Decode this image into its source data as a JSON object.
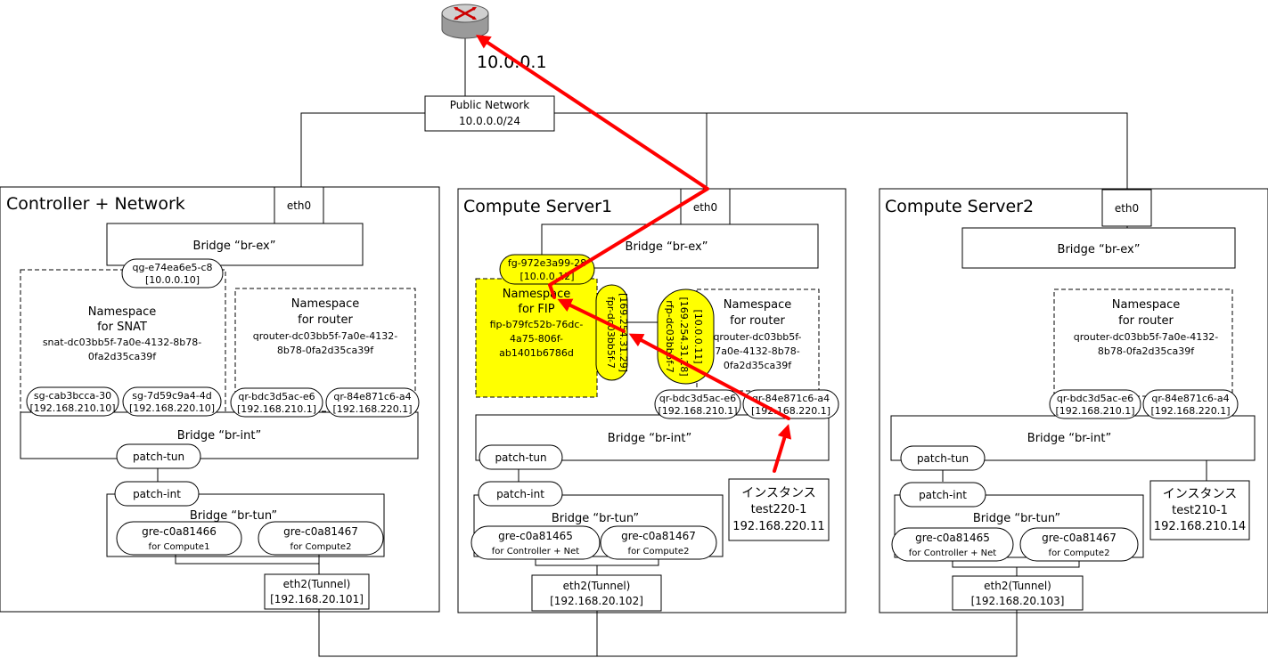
{
  "colors": {
    "highlight": "#ffff00",
    "path_arrow": "#ff0000",
    "line": "#000000"
  },
  "top": {
    "router_icon": "router-icon",
    "router_ip": "10.0.0.1",
    "public_network": {
      "name": "Public Network",
      "cidr": "10.0.0.0/24"
    }
  },
  "controller": {
    "title": "Controller + Network",
    "eth0": "eth0",
    "br_ex": "Bridge “br-ex”",
    "qg": {
      "name": "qg-e74ea6e5-c8",
      "ip": "[10.0.0.10]"
    },
    "snat_ns": {
      "title1": "Namespace",
      "title2": "for SNAT",
      "id1": "snat-dc03bb5f-7a0e-4132-8b78-",
      "id2": "0fa2d35ca39f"
    },
    "router_ns": {
      "title1": "Namespace",
      "title2": "for router",
      "id1": "qrouter-dc03bb5f-7a0e-4132-",
      "id2": "8b78-0fa2d35ca39f"
    },
    "sg1": {
      "name": "sg-cab3bcca-30",
      "ip": "[192.168.210.10]"
    },
    "sg2": {
      "name": "sg-7d59c9a4-4d",
      "ip": "[192.168.220.10]"
    },
    "qr1": {
      "name": "qr-bdc3d5ac-e6",
      "ip": "[192.168.210.1]"
    },
    "qr2": {
      "name": "qr-84e871c6-a4",
      "ip": "[192.168.220.1]"
    },
    "br_int": "Bridge “br-int”",
    "patch_tun": "patch-tun",
    "patch_int": "patch-int",
    "br_tun": "Bridge “br-tun”",
    "gre1": {
      "name": "gre-c0a81466",
      "sub": "for Compute1"
    },
    "gre2": {
      "name": "gre-c0a81467",
      "sub": "for Compute2"
    },
    "eth2": {
      "name": "eth2(Tunnel)",
      "ip": "[192.168.20.101]"
    }
  },
  "compute1": {
    "title": "Compute Server1",
    "eth0": "eth0",
    "br_ex": "Bridge “br-ex”",
    "fg": {
      "name": "fg-972e3a99-28",
      "ip": "[10.0.0.12]"
    },
    "fip_ns": {
      "title1": "Namespace",
      "title2": "for FIP",
      "id1": "fip-b79fc52b-76dc-",
      "id2": "4a75-806f-",
      "id3": "ab1401b6786d"
    },
    "fpr": {
      "name": "fpr-dc03bb5f-7",
      "ip": "[169.254.31.29]"
    },
    "rfp": {
      "name": "rfp-dc03bb5f-7",
      "ip1": "[169.254.31.28]",
      "ip2": "[10.0.0.11]"
    },
    "router_ns": {
      "title1": "Namespace",
      "title2": "for router",
      "id1": "qrouter-dc03bb5f-",
      "id2": "7a0e-4132-8b78-",
      "id3": "0fa2d35ca39f"
    },
    "qr1": {
      "name": "qr-bdc3d5ac-e6",
      "ip": "[192.168.210.1]"
    },
    "qr2": {
      "name": "qr-84e871c6-a4",
      "ip": "[192.168.220.1]"
    },
    "br_int": "Bridge “br-int”",
    "patch_tun": "patch-tun",
    "patch_int": "patch-int",
    "br_tun": "Bridge “br-tun”",
    "gre1": {
      "name": "gre-c0a81465",
      "sub": "for Controller + Net"
    },
    "gre2": {
      "name": "gre-c0a81467",
      "sub": "for Compute2"
    },
    "instance": {
      "title": "インスタンス",
      "name": "test220-1",
      "ip": "192.168.220.11"
    },
    "eth2": {
      "name": "eth2(Tunnel)",
      "ip": "[192.168.20.102]"
    }
  },
  "compute2": {
    "title": "Compute Server2",
    "eth0": "eth0",
    "br_ex": "Bridge “br-ex”",
    "router_ns": {
      "title1": "Namespace",
      "title2": "for router",
      "id1": "qrouter-dc03bb5f-7a0e-4132-",
      "id2": "8b78-0fa2d35ca39f"
    },
    "qr1": {
      "name": "qr-bdc3d5ac-e6",
      "ip": "[192.168.210.1]"
    },
    "qr2": {
      "name": "qr-84e871c6-a4",
      "ip": "[192.168.220.1]"
    },
    "br_int": "Bridge “br-int”",
    "patch_tun": "patch-tun",
    "patch_int": "patch-int",
    "br_tun": "Bridge “br-tun”",
    "gre1": {
      "name": "gre-c0a81465",
      "sub": "for Controller + Net"
    },
    "gre2": {
      "name": "gre-c0a81467",
      "sub": "for Compute2"
    },
    "instance": {
      "title": "インスタンス",
      "name": "test210-1",
      "ip": "192.168.210.14"
    },
    "eth2": {
      "name": "eth2(Tunnel)",
      "ip": "[192.168.20.103]"
    }
  }
}
